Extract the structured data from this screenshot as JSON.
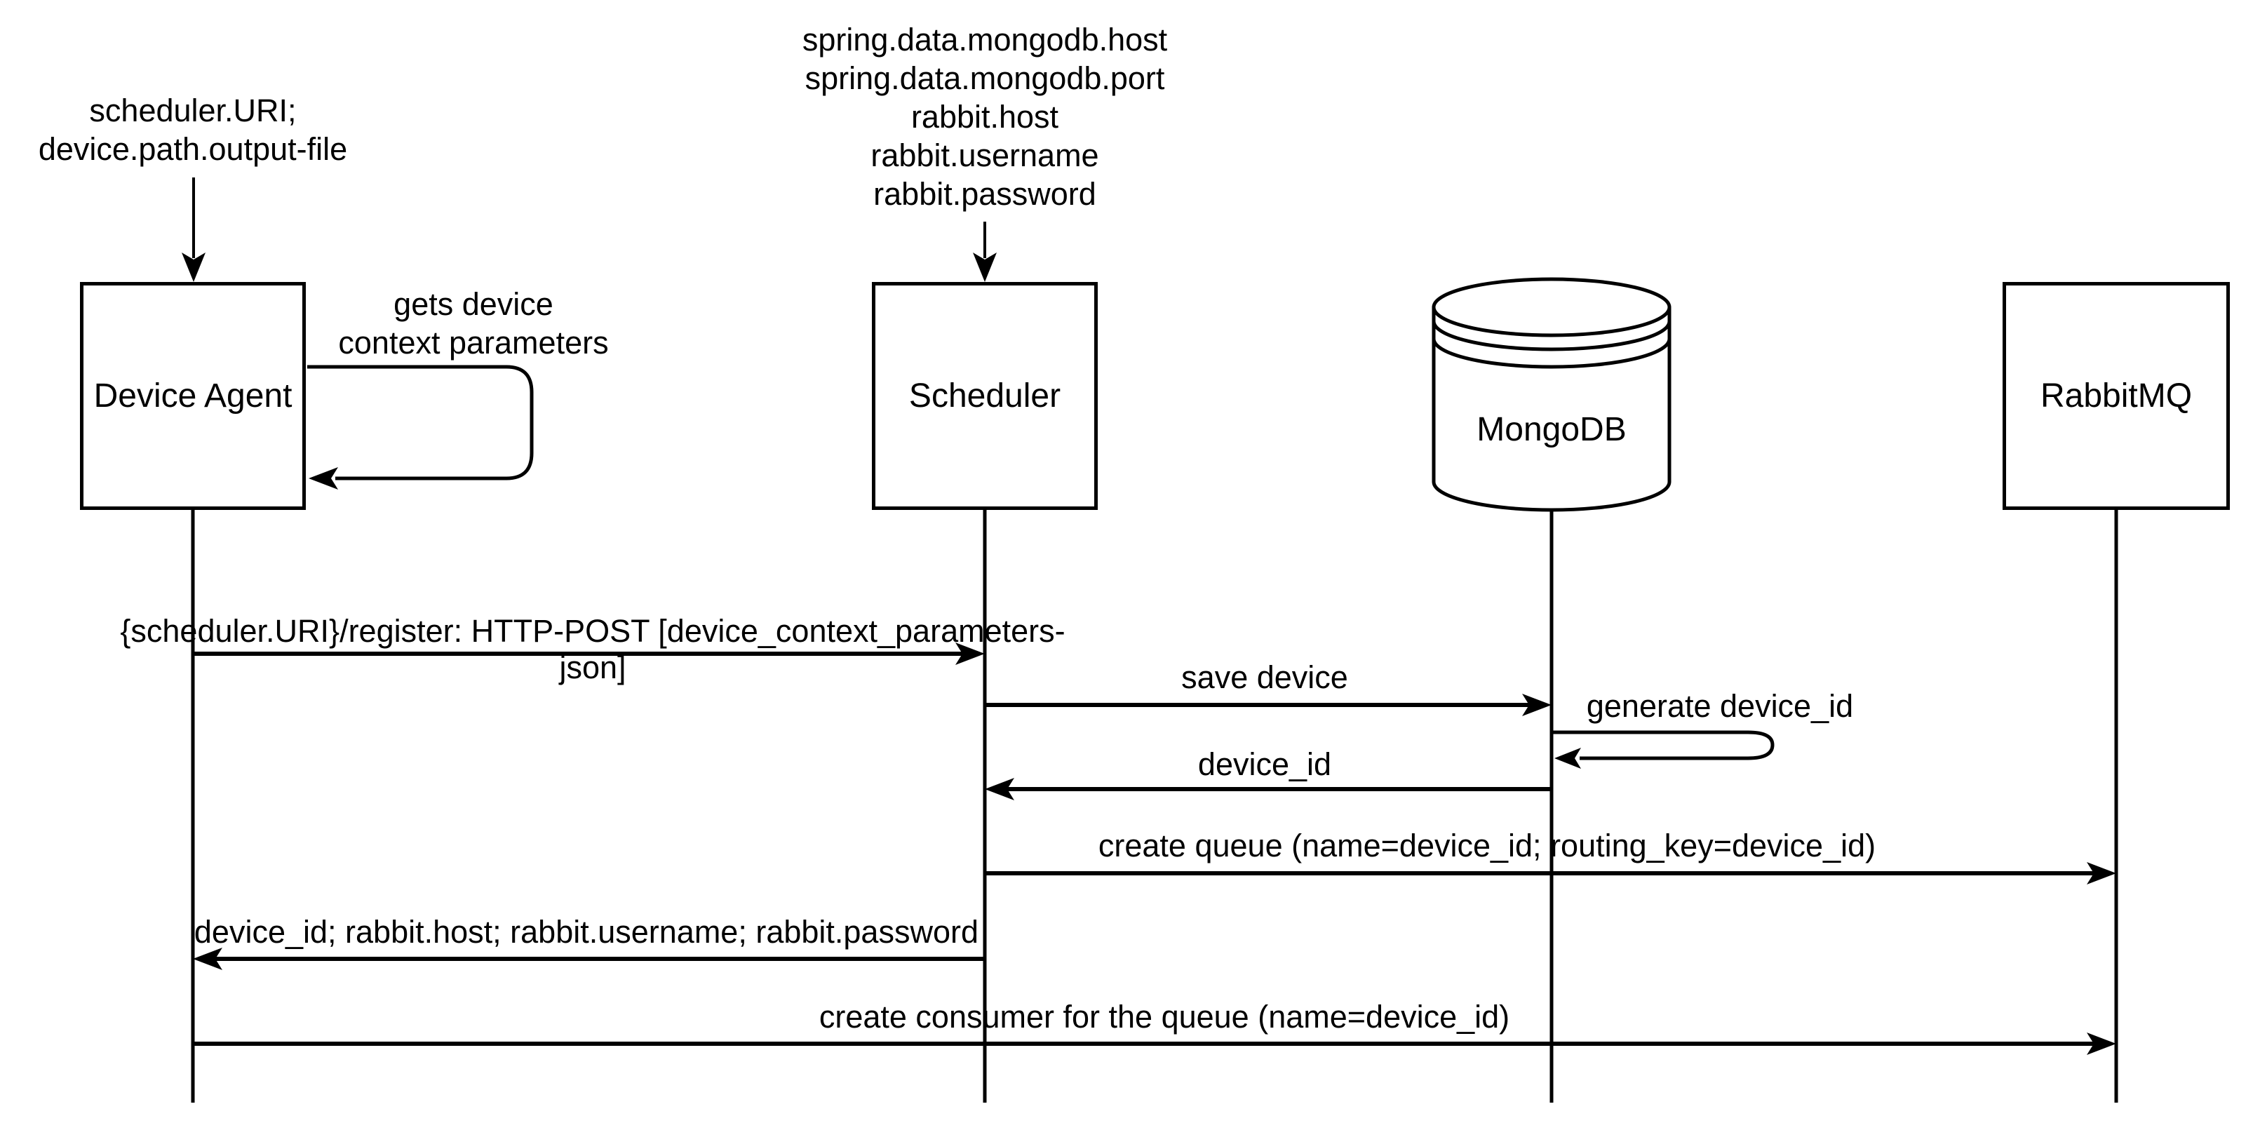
{
  "diagram": {
    "type": "sequence-diagram",
    "background_color": "#ffffff",
    "ink_color": "#000000"
  },
  "participants": [
    {
      "id": "device-agent",
      "label": "Device Agent",
      "shape": "rectangle"
    },
    {
      "id": "scheduler",
      "label": "Scheduler",
      "shape": "rectangle"
    },
    {
      "id": "mongodb",
      "label": "MongoDB",
      "shape": "database-cylinder"
    },
    {
      "id": "rabbitmq",
      "label": "RabbitMQ",
      "shape": "rectangle"
    }
  ],
  "annotations": [
    {
      "target": "device-agent",
      "text": "scheduler.URI;\ndevice.path.output-file"
    },
    {
      "target": "scheduler",
      "text": "spring.data.mongodb.host\nspring.data.mongodb.port\nrabbit.host\nrabbit.username\nrabbit.password"
    }
  ],
  "self_messages": [
    {
      "on": "device-agent",
      "label": "gets device\ncontext parameters"
    },
    {
      "on": "mongodb",
      "label": "generate device_id"
    }
  ],
  "messages": [
    {
      "from": "device-agent",
      "to": "scheduler",
      "label": "{scheduler.URI}/register: HTTP-POST [device_context_parameters-json]"
    },
    {
      "from": "scheduler",
      "to": "mongodb",
      "label": "save device"
    },
    {
      "from": "mongodb",
      "to": "scheduler",
      "label": "device_id"
    },
    {
      "from": "scheduler",
      "to": "rabbitmq",
      "label": "create queue (name=device_id; routing_key=device_id)"
    },
    {
      "from": "scheduler",
      "to": "device-agent",
      "label": "device_id; rabbit.host; rabbit.username; rabbit.password"
    },
    {
      "from": "device-agent",
      "to": "rabbitmq",
      "label": "create consumer for the queue (name=device_id)"
    }
  ]
}
